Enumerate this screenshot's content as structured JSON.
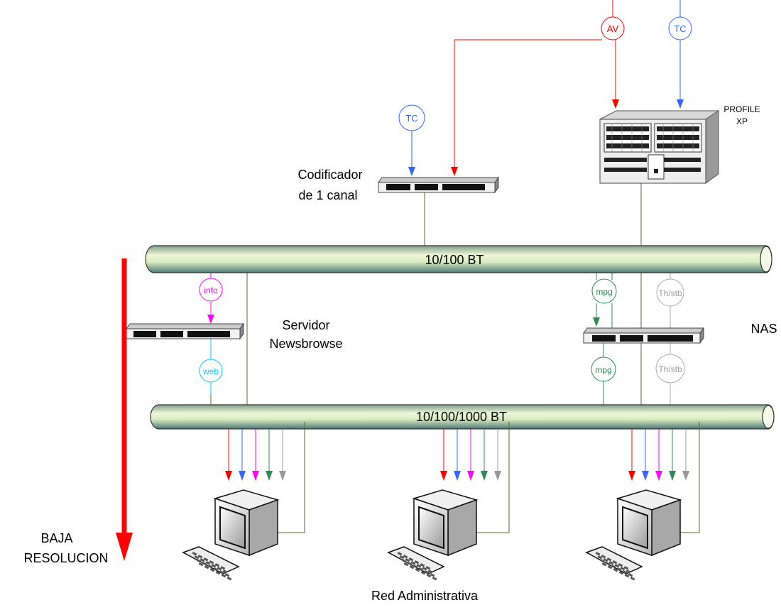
{
  "labels": {
    "profile": [
      "PROFILE",
      "XP"
    ],
    "codificador": [
      "Codificador",
      "de 1 canal"
    ],
    "bus_top": "10/100 BT",
    "bus_bottom": "10/100/1000 BT",
    "servidor": [
      "Servidor",
      "Newsbrowse"
    ],
    "nas": "NAS",
    "baja": [
      "BAJA",
      "RESOLUCION"
    ],
    "red_admin": "Red Administrativa"
  },
  "signals": {
    "av": "AV",
    "tc": "TC",
    "info": "info",
    "web": "web",
    "mpg": "mpg",
    "thstb": "Th/stb"
  },
  "colors": {
    "av": "#ff0000",
    "tc": "#3366ff",
    "info": "#ff00ff",
    "web": "#00ccff",
    "mpg": "#2e8b57",
    "thstb": "#999999",
    "link": "#556b2f",
    "arrow": "#ff0000"
  }
}
